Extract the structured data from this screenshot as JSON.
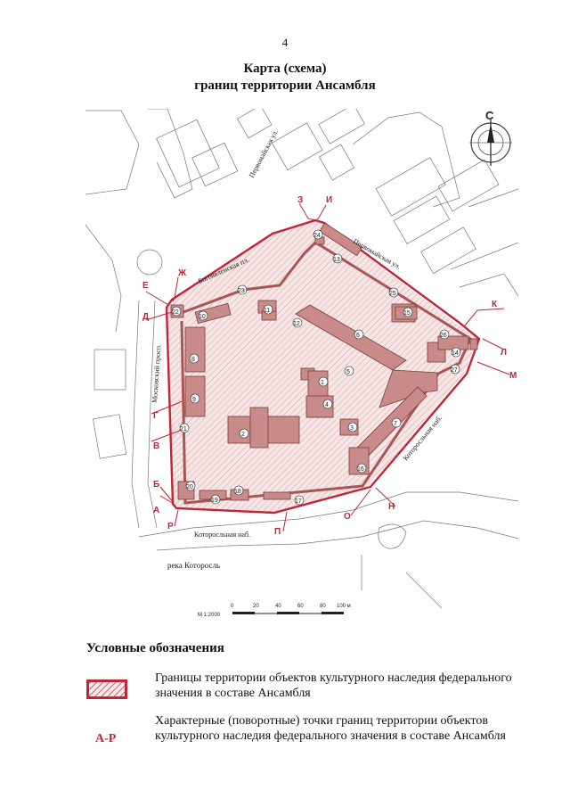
{
  "page_number": "4",
  "title_line1": "Карта (схема)",
  "title_line2": "границ территории Ансамбля",
  "map": {
    "streets": {
      "pervomaiskaya_top": "Первомайская ул.",
      "bogoyavlenskaya": "Богоявленская пл.",
      "pervomaiskaya_right": "Первомайская ул.",
      "moskovsky": "Московский просп.",
      "kotoroslnaya_right": "Которосльная наб.",
      "kotoroslnaya_bottom": "Которосльная наб.",
      "river": "река Которосль"
    },
    "compass_letter": "С",
    "scale": {
      "label": "М 1:2000",
      "ticks": [
        "0",
        "20",
        "40",
        "60",
        "80",
        "100 м"
      ]
    },
    "boundary_points": [
      "А",
      "Б",
      "В",
      "Г",
      "Д",
      "Е",
      "Ж",
      "З",
      "И",
      "К",
      "Л",
      "М",
      "Н",
      "О",
      "П",
      "Р"
    ],
    "object_numbers": [
      "1",
      "2",
      "3",
      "4",
      "5",
      "6",
      "7",
      "8",
      "9",
      "10",
      "11",
      "12",
      "13",
      "14",
      "15",
      "16",
      "17",
      "18",
      "19",
      "20",
      "21",
      "22",
      "23",
      "24",
      "25",
      "26",
      "27"
    ],
    "colors": {
      "boundary": "#c0253a",
      "fill": "#f3dede",
      "building": "#c98a8a",
      "road": "#8c8c8c"
    }
  },
  "legend": {
    "title": "Условные обозначения",
    "item1_text": "Границы территории объектов культурного наследия федерального значения в составе Ансамбля",
    "item2_symbol": "А-Р",
    "item2_text": "Характерные (поворотные) точки границ территории объектов культурного наследия федерального значения в составе Ансамбля"
  }
}
